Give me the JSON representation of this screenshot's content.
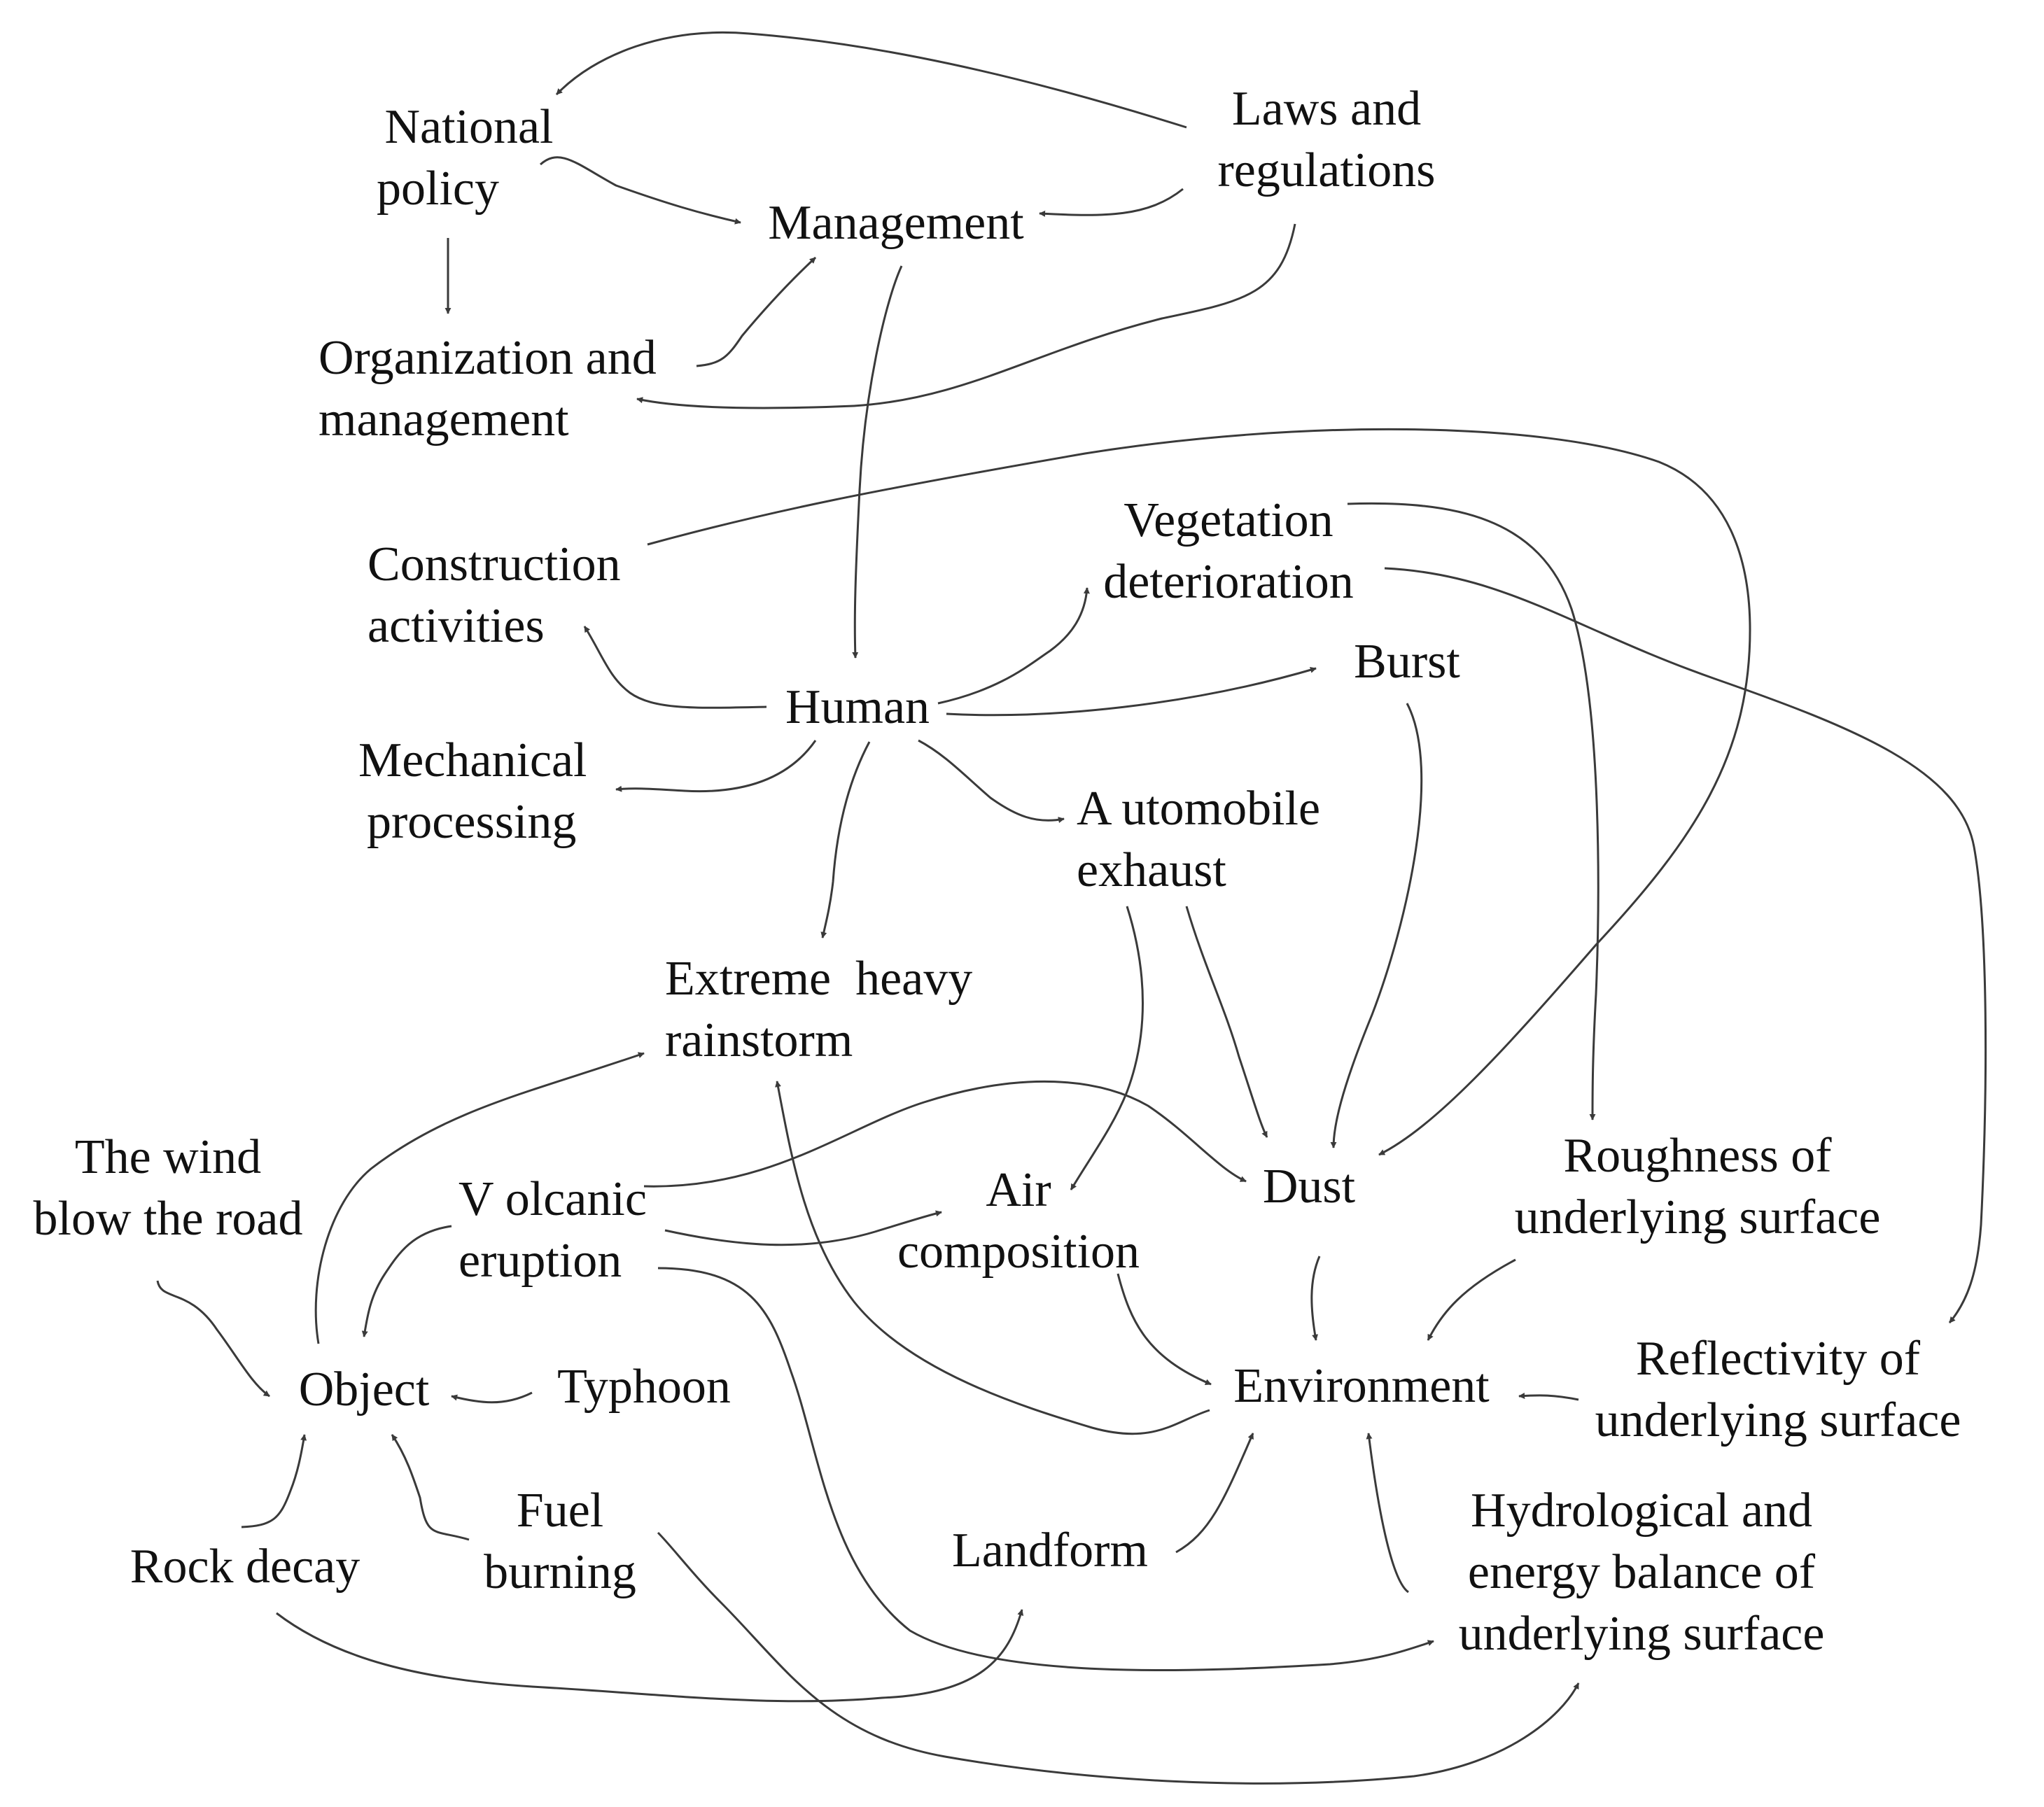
{
  "diagram": {
    "colors": {
      "line": "#3a3a3a",
      "text": "#111111",
      "background": "#ffffff"
    },
    "nodes": {
      "national_policy": [
        "National",
        "policy"
      ],
      "laws_regulations": [
        "Laws and",
        "regulations"
      ],
      "management": [
        "Management"
      ],
      "organization_management": [
        "Organization and",
        "management"
      ],
      "construction_activities": [
        "Construction",
        "activities"
      ],
      "vegetation_deterioration": [
        "Vegetation",
        "deterioration"
      ],
      "human": [
        "Human"
      ],
      "burst": [
        "Burst"
      ],
      "mechanical_processing": [
        "Mechanical",
        "processing"
      ],
      "automobile_exhaust": [
        "A utomobile",
        "exhaust"
      ],
      "extreme_heavy_rainstorm": [
        "Extreme  heavy",
        "rainstorm"
      ],
      "wind_blow_road": [
        "The wind",
        "blow the road"
      ],
      "volcanic_eruption": [
        "V olcanic",
        "eruption"
      ],
      "air_composition": [
        "Air",
        "composition"
      ],
      "dust": [
        "Dust"
      ],
      "roughness_underlying_surface": [
        "Roughness of",
        "underlying surface"
      ],
      "object": [
        "Object"
      ],
      "typhoon": [
        "Typhoon"
      ],
      "environment": [
        "Environment"
      ],
      "reflectivity_underlying_surface": [
        "Reflectivity of",
        "underlying surface"
      ],
      "fuel_burning": [
        "Fuel",
        "burning"
      ],
      "rock_decay": [
        "Rock decay"
      ],
      "landform": [
        "Landform"
      ],
      "hydrological_energy_balance": [
        "Hydrological and",
        "energy balance of",
        "underlying surface"
      ]
    }
  }
}
